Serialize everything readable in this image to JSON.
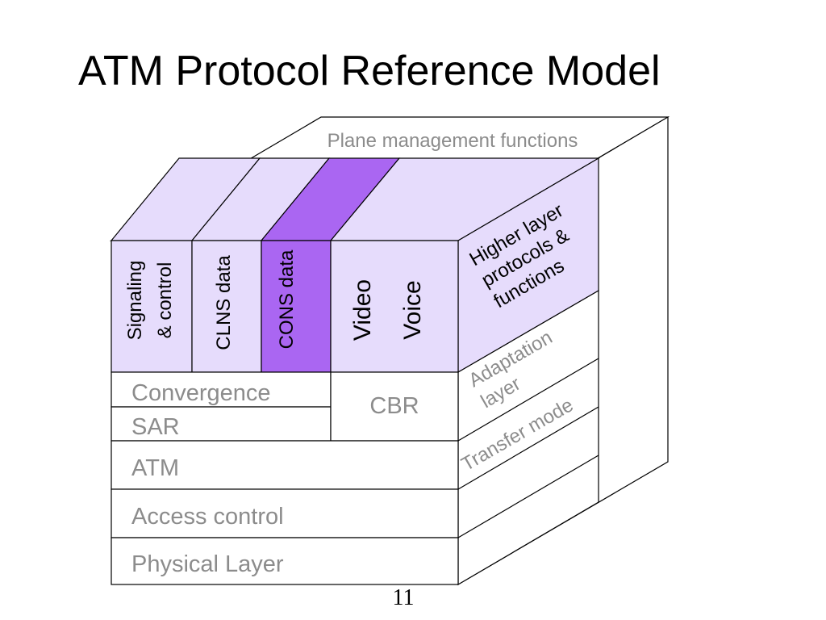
{
  "slide": {
    "title": "ATM Protocol Reference Model",
    "page_number": "11"
  },
  "diagram": {
    "plane_management_label": "Plane management functions",
    "columns": {
      "signaling": [
        "Signaling",
        "& control"
      ],
      "clns": "CLNS data",
      "cons": "CONS data",
      "video": "Video",
      "voice": "Voice"
    },
    "higher_layer": [
      "Higher layer",
      "protocols &",
      "functions"
    ],
    "adaptation_layer": [
      "Adaptation",
      "layer"
    ],
    "transfer_mode": "Transfer mode",
    "layers": {
      "convergence": "Convergence",
      "sar": "SAR",
      "cbr": "CBR",
      "atm": "ATM",
      "access_control": "Access control",
      "physical": "Physical Layer"
    }
  },
  "colors": {
    "light_purple": "#e6dcfc",
    "cons_purple": "#aa66f2",
    "gray_text": "#8c8c8c",
    "black": "#000000"
  }
}
